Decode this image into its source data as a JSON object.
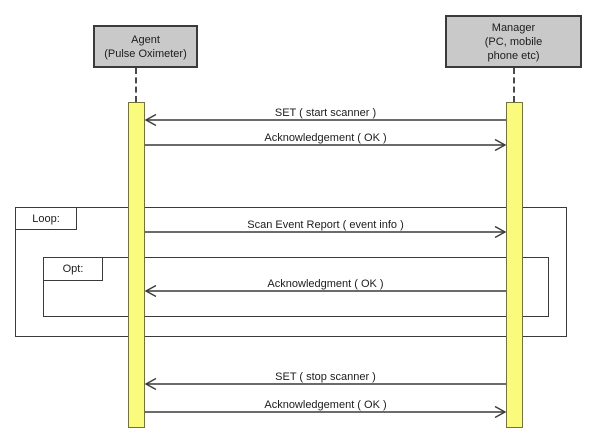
{
  "diagram": {
    "type": "uml-sequence",
    "actors": [
      {
        "id": "agent",
        "lines": [
          "Agent",
          "(Pulse Oximeter)"
        ]
      },
      {
        "id": "manager",
        "lines": [
          "Manager",
          "(PC, mobile",
          "phone etc)"
        ]
      }
    ],
    "fragments": [
      {
        "id": "loop",
        "label": "Loop:"
      },
      {
        "id": "opt",
        "label": "Opt:"
      }
    ],
    "messages": [
      {
        "label": "SET ( start scanner )",
        "from": "Manager",
        "to": "Agent",
        "direction": "left"
      },
      {
        "label": "Acknowledgement ( OK )",
        "from": "Agent",
        "to": "Manager",
        "direction": "right"
      },
      {
        "label": "Scan Event Report ( event info )",
        "from": "Agent",
        "to": "Manager",
        "direction": "right"
      },
      {
        "label": "Acknowledgment ( OK )",
        "from": "Manager",
        "to": "Agent",
        "direction": "left"
      },
      {
        "label": "SET ( stop scanner )",
        "from": "Manager",
        "to": "Agent",
        "direction": "left"
      },
      {
        "label": "Acknowledgement ( OK )",
        "from": "Agent",
        "to": "Manager",
        "direction": "right"
      }
    ],
    "colors": {
      "activation_fill": "#fafa7d",
      "activation_border": "#72723c",
      "actor_fill": "#c9c9c9",
      "border": "#3a3a3a",
      "background": "#ffffff"
    }
  }
}
